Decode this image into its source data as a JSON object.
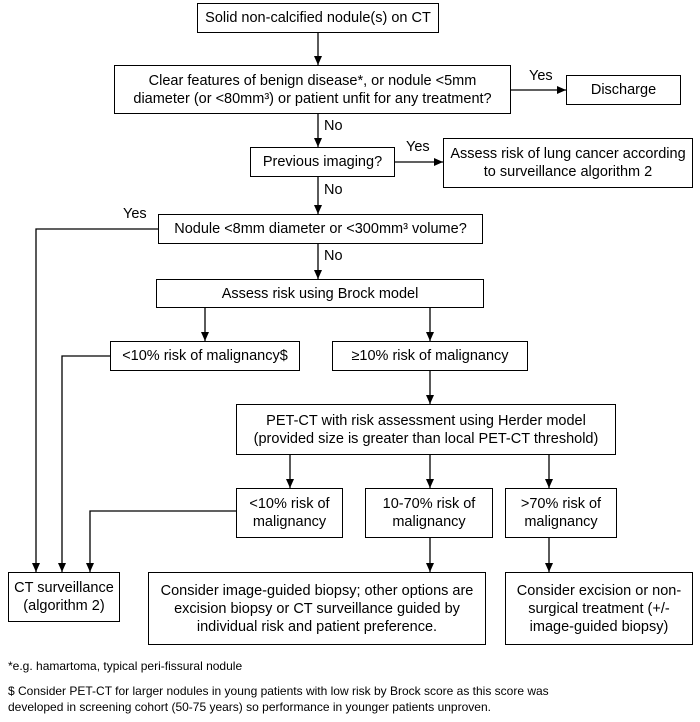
{
  "flowchart": {
    "nodes": {
      "solid_nodule": "Solid non-calcified nodule(s) on CT",
      "clear_features": "Clear features of benign disease*, or nodule <5mm diameter (or <80mm³) or patient unfit for any treatment?",
      "discharge": "Discharge",
      "previous_imaging": "Previous imaging?",
      "assess_surveillance": "Assess risk of lung cancer according to surveillance algorithm 2",
      "nodule_size": "Nodule <8mm diameter or <300mm³ volume?",
      "brock": "Assess risk using Brock model",
      "brock_low": "<10% risk of malignancy$",
      "brock_high": "≥10% risk of malignancy",
      "petct": "PET-CT with risk assessment using Herder model (provided size is greater than local PET-CT threshold)",
      "herder_low": "<10% risk of malignancy",
      "herder_mid": "10-70% risk of malignancy",
      "herder_high": ">70% risk of malignancy",
      "ct_surveillance": "CT surveillance (algorithm 2)",
      "biopsy": "Consider image-guided biopsy; other options are excision biopsy or CT surveillance guided by individual risk and patient preference.",
      "excision": "Consider excision or non-surgical treatment (+/- image-guided biopsy)"
    },
    "edge_labels": {
      "yes_discharge": "Yes",
      "no_previous": "No",
      "yes_previous": "Yes",
      "no_size": "No",
      "yes_size": "Yes",
      "no_brock": "No"
    }
  },
  "footnotes": {
    "star": "*e.g. hamartoma, typical peri-fissural nodule",
    "dollar_line1": "$ Consider PET-CT  for larger nodules in young patients with low risk by Brock score as this score was",
    "dollar_line2": "developed  in screening cohort (50-75 years) so performance  in younger patients unproven."
  }
}
